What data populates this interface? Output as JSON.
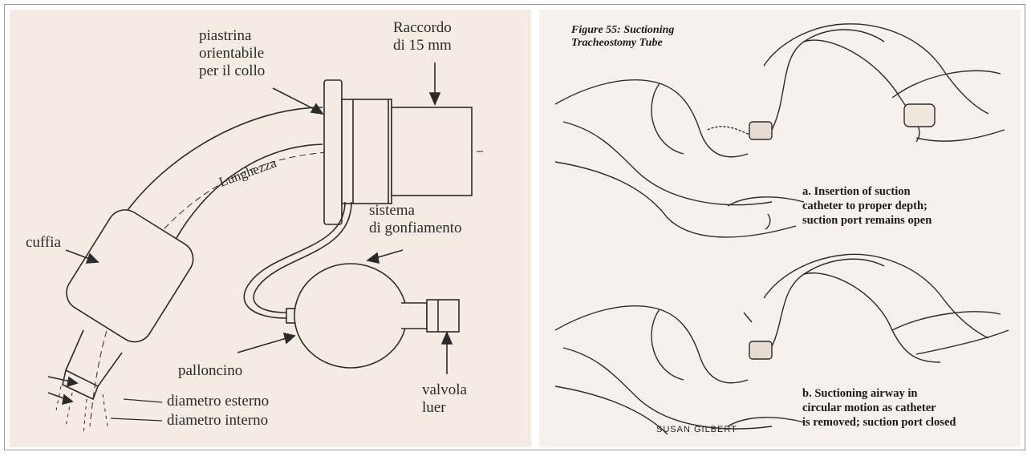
{
  "left_diagram": {
    "labels": {
      "plate_line1": "piastrina",
      "plate_line2": "orientabile",
      "plate_line3": "per il collo",
      "connector_line1": "Raccordo",
      "connector_line2": "di 15 mm",
      "length": "Lunghezza",
      "inflation_line1": "sistema",
      "inflation_line2": "di gonfiamento",
      "cuff": "cuffia",
      "balloon": "palloncino",
      "valve_line1": "valvola",
      "valve_line2": "luer",
      "outer_diameter": "diametro esterno",
      "inner_diameter": "diametro interno"
    }
  },
  "right_figure": {
    "title_line1": "Figure 55: Suctioning",
    "title_line2": "Tracheostomy Tube",
    "caption_a_line1": "a. Insertion of suction",
    "caption_a_line2": "catheter to proper depth;",
    "caption_a_line3": "suction port remains open",
    "caption_b_line1": "b. Suctioning airway in",
    "caption_b_line2": "circular motion as catheter",
    "caption_b_line3": "is removed; suction port closed",
    "signature": "SUSAN GILBERT"
  }
}
